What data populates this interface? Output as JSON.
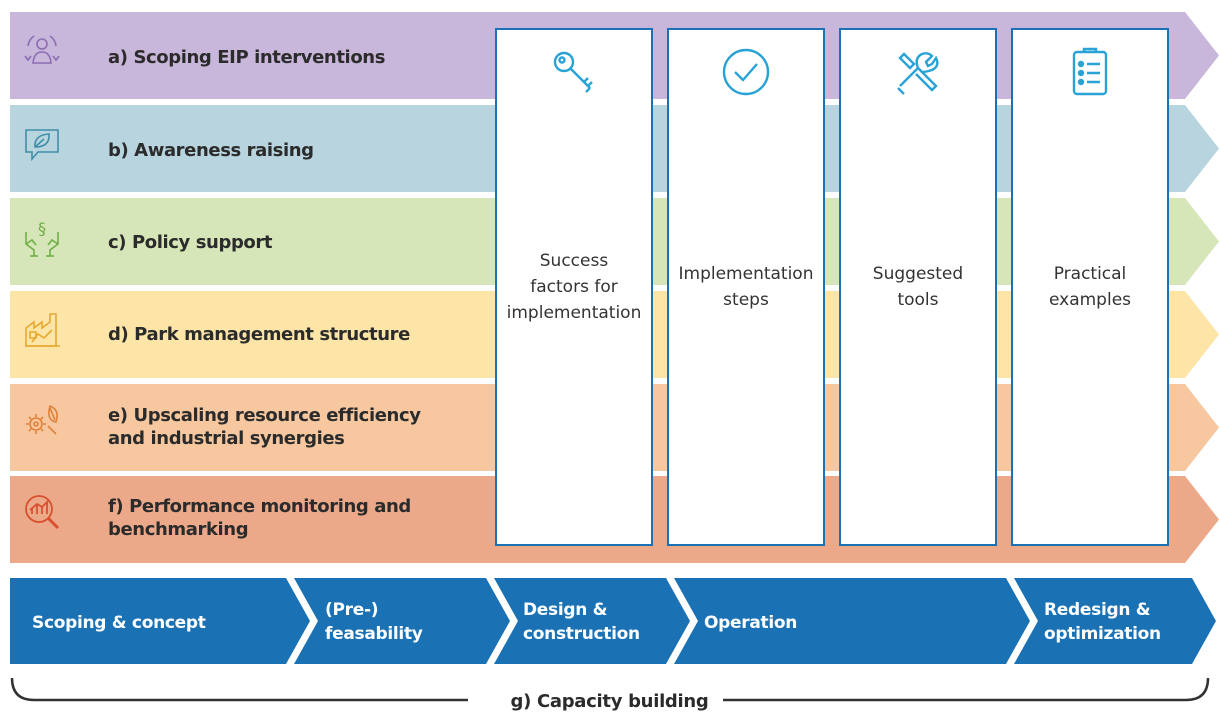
{
  "rows": [
    {
      "label": "a) Scoping EIP interventions",
      "color": "#c8b7da",
      "icon": "people-cycle-icon",
      "icon_color": "#8c6db3"
    },
    {
      "label": "b) Awareness raising",
      "color": "#b8d4df",
      "icon": "leaf-speech-bubble-icon",
      "icon_color": "#3f8ea8"
    },
    {
      "label": "c) Policy support",
      "color": "#d7e6b8",
      "icon": "hands-paragraph-icon",
      "icon_color": "#6fae48"
    },
    {
      "label": "d) Park management structure",
      "color": "#fde5a8",
      "icon": "factory-chart-icon",
      "icon_color": "#e6a92e"
    },
    {
      "label": "e) Upscaling resource efficiency\nand industrial synergies",
      "color": "#f7c8a0",
      "icon": "gears-leaf-icon",
      "icon_color": "#e0803a"
    },
    {
      "label": "f) Performance monitoring and\nbenchmarking",
      "color": "#eca98a",
      "icon": "magnifier-chart-icon",
      "icon_color": "#d9502f"
    }
  ],
  "columns": [
    {
      "label": "Success\nfactors for\nimplementation",
      "icon": "key-icon"
    },
    {
      "label": "Implementation\nsteps",
      "icon": "checkmark-circle-icon"
    },
    {
      "label": "Suggested\ntools",
      "icon": "tools-icon"
    },
    {
      "label": "Practical\nexamples",
      "icon": "checklist-icon"
    }
  ],
  "phases": [
    {
      "label": "Scoping & concept"
    },
    {
      "label": "(Pre-)\nfeasability"
    },
    {
      "label": "Design &\nconstruction"
    },
    {
      "label": "Operation"
    },
    {
      "label": "Redesign &\noptimization"
    }
  ],
  "capacity_building": {
    "label": "g) Capacity building"
  },
  "colors": {
    "column_border": "#1a71b4",
    "phase_fill": "#1a71b4",
    "text": "#2b2b2b"
  }
}
